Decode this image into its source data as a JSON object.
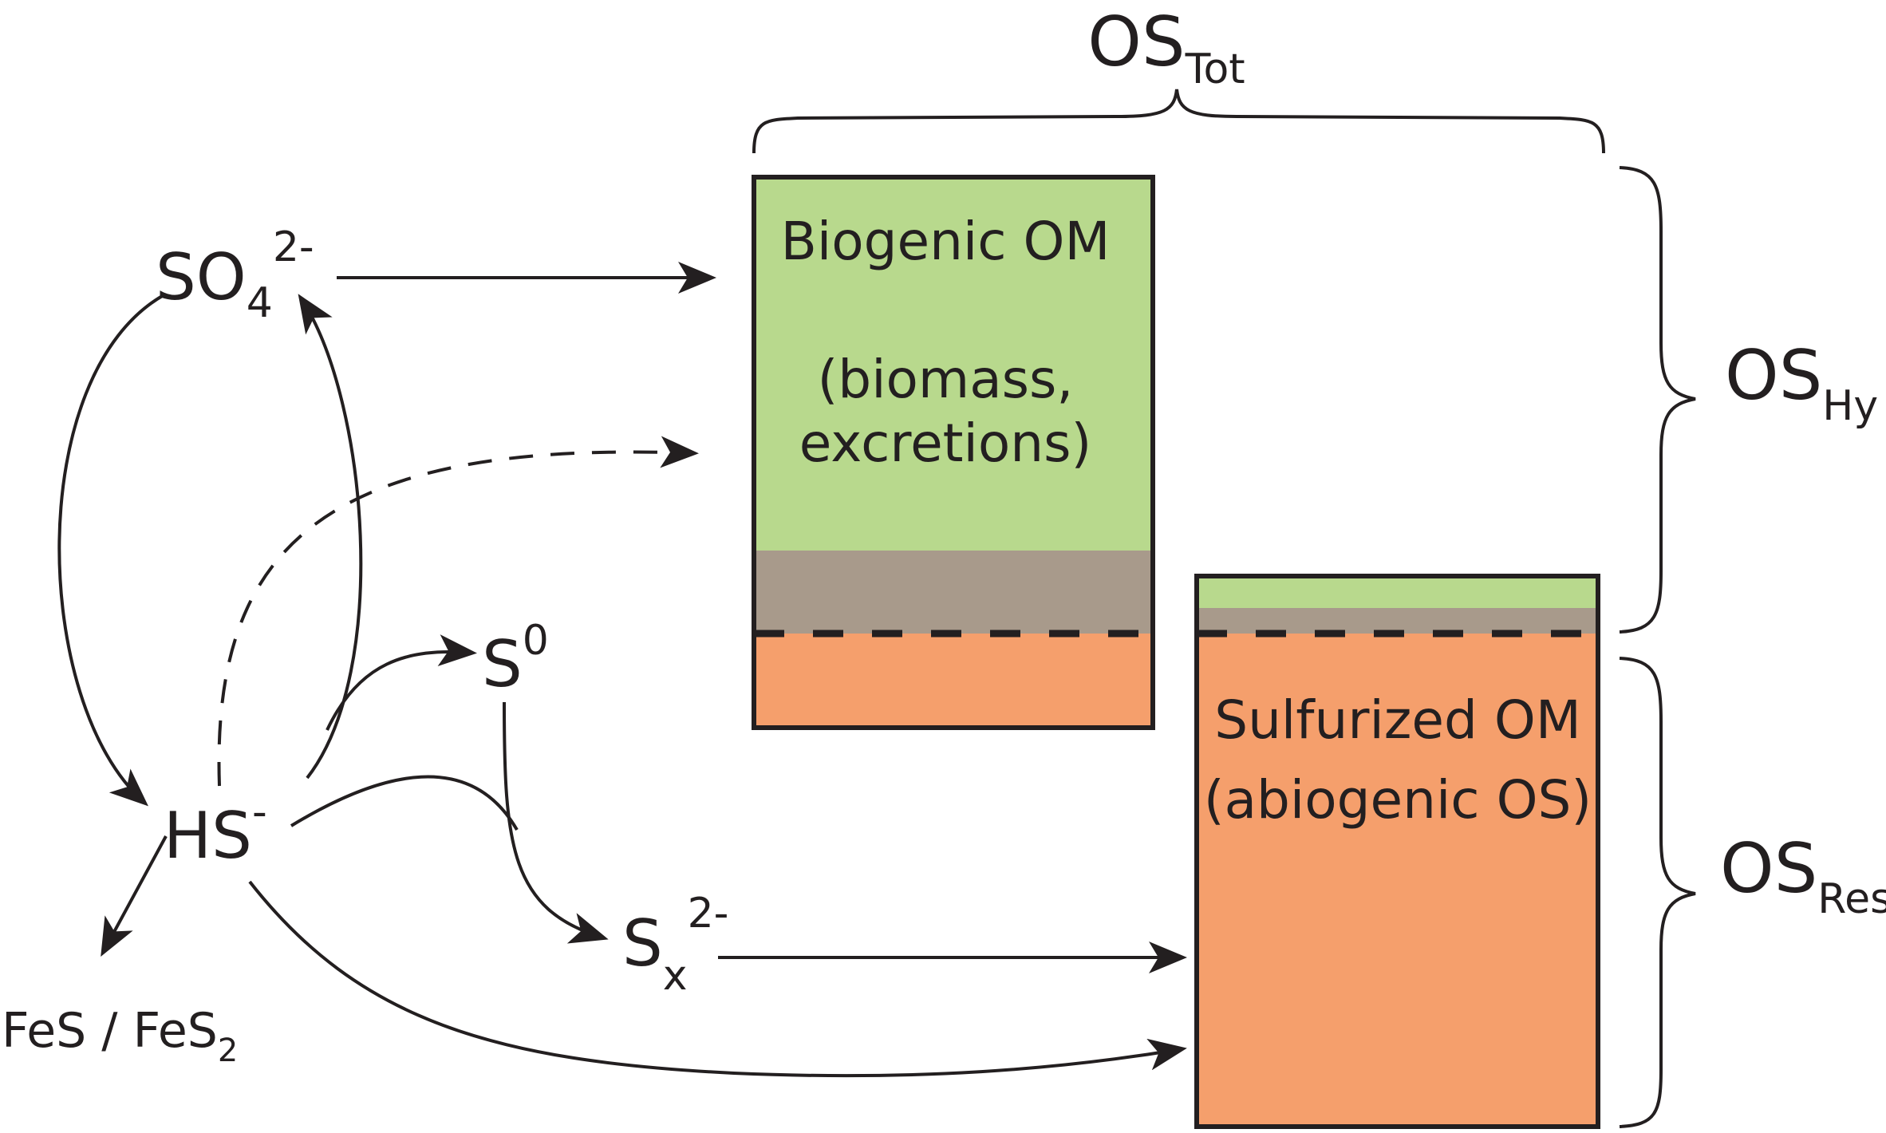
{
  "colors": {
    "ink": "#231f20",
    "biogenic": "#b8d98d",
    "transition": "#a89a8b",
    "sulfurized": "#f59f6c",
    "background": "#ffffff"
  },
  "labels": {
    "so4": {
      "base": "SO",
      "sub": "4",
      "sup": "2-"
    },
    "hs": {
      "base": "HS",
      "sup": "-"
    },
    "s0": {
      "base": "S",
      "sup": "0"
    },
    "sx": {
      "base": "S",
      "sub": "x",
      "sup": "2-"
    },
    "fes": {
      "base": "FeS / FeS",
      "sub": "2"
    },
    "os_tot": {
      "base": "OS",
      "sub": "Tot"
    },
    "os_hy": {
      "base": "OS",
      "sub": "Hy"
    },
    "os_res": {
      "base": "OS",
      "sub": "Res"
    }
  },
  "boxes": {
    "biogenic": {
      "line1": "Biogenic OM",
      "line2": "(biomass,",
      "line3": "excretions)"
    },
    "sulfurized": {
      "line1": "Sulfurized OM",
      "line2": "(abiogenic OS)"
    }
  }
}
